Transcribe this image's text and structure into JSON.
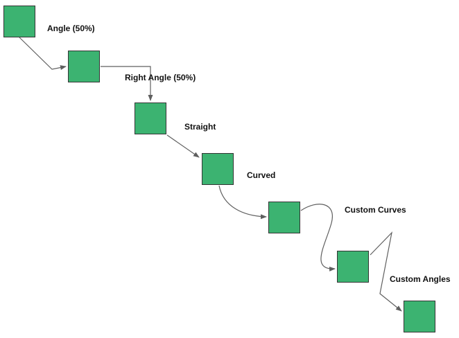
{
  "diagram": {
    "background": "#ffffff",
    "node": {
      "fill": "#3cb371",
      "border": "#333333",
      "count": 7
    },
    "connector_color": "#5f5f5f",
    "label_color": "#111111",
    "connectors": [
      {
        "id": "angle",
        "label": "Angle (50%)"
      },
      {
        "id": "right-angle",
        "label": "Right Angle (50%)"
      },
      {
        "id": "straight",
        "label": "Straight"
      },
      {
        "id": "curved",
        "label": "Curved"
      },
      {
        "id": "custom-curves",
        "label": "Custom Curves"
      },
      {
        "id": "custom-angles",
        "label": "Custom Angles"
      }
    ]
  }
}
